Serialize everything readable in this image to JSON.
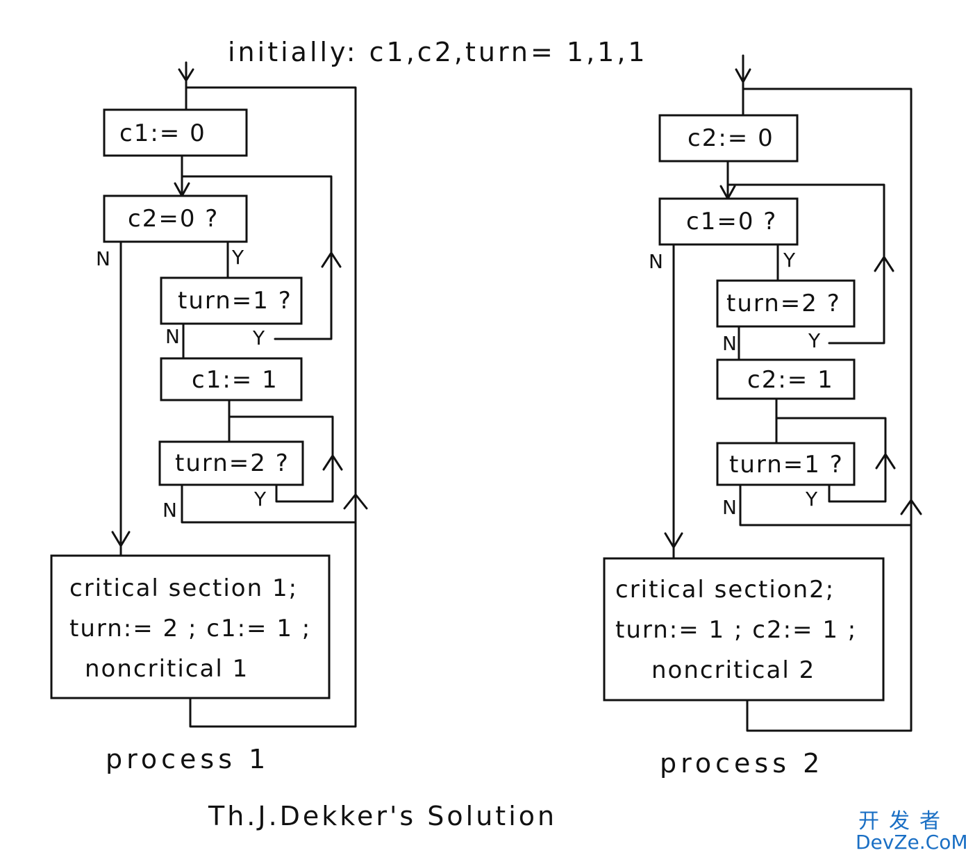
{
  "header": {
    "initial": "initially:   c1,c2,turn= 1,1,1"
  },
  "process1": {
    "box_set_c": "c1:= 0",
    "box_test_other": "c2=0 ?",
    "box_test_turn": "turn=1 ?",
    "box_reset_c": "c1:= 1",
    "box_wait_turn": "turn=2 ?",
    "critical_line1": "critical section 1;",
    "critical_line2": "turn:= 2 ; c1:= 1 ;",
    "critical_line3": "noncritical 1",
    "label": "process 1"
  },
  "process2": {
    "box_set_c": "c2:= 0",
    "box_test_other": "c1=0 ?",
    "box_test_turn": "turn=2 ?",
    "box_reset_c": "c2:= 1",
    "box_wait_turn": "turn=1 ?",
    "critical_line1": "critical section2;",
    "critical_line2": "turn:= 1 ; c2:= 1 ;",
    "critical_line3": "noncritical 2",
    "label": "process 2"
  },
  "branch_labels": {
    "yes": "Y",
    "no": "N"
  },
  "footer": {
    "title": "Th.J.Dekker's   Solution"
  },
  "watermark": {
    "cn": "开发者",
    "en": "DevZe.CoM"
  },
  "colors": {
    "ink": "#111111",
    "watermark": "#1a6fc4"
  }
}
